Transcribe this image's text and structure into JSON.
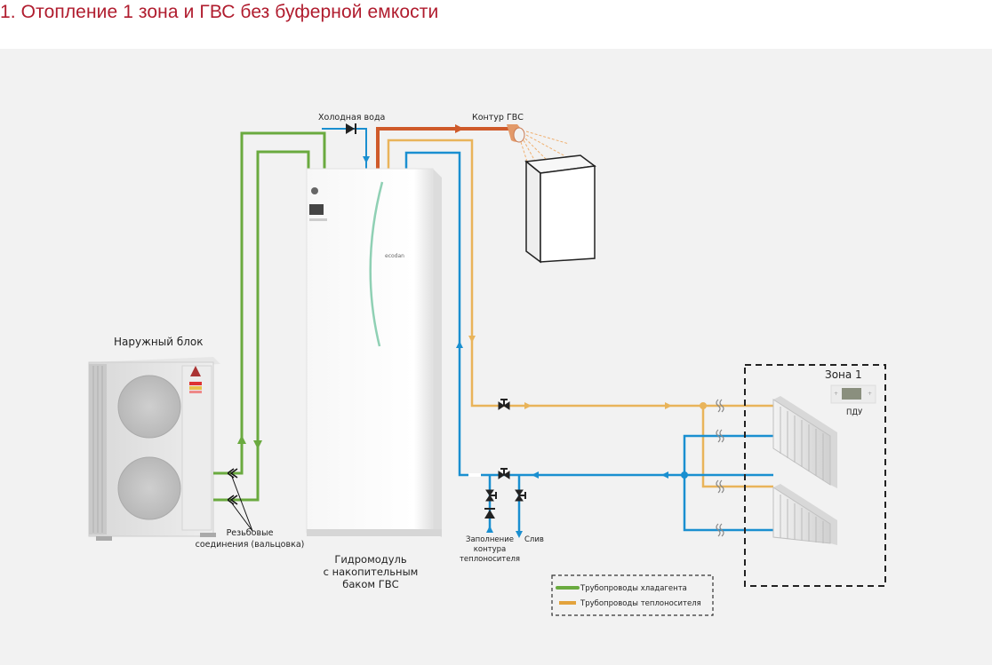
{
  "title": "1. Отопление 1 зона и ГВС без буферной емкости",
  "labels": {
    "cold_water": "Холодная вода",
    "dhw_circuit": "Контур ГВС",
    "outdoor_unit": "Наружный блок",
    "flare_line1": "Резьбовые",
    "flare_line2": "соединения (вальцовка)",
    "hydro_line1": "Гидромодуль",
    "hydro_line2": "с накопительным",
    "hydro_line3": "баком ГВС",
    "fill_line1": "Заполнение",
    "fill_line2": "контура",
    "fill_line3": "теплоносителя",
    "drain": "Слив",
    "zone": "Зона 1",
    "remote": "ПДУ",
    "brand": "ecodan"
  },
  "legend": {
    "items": [
      {
        "label": "Трубопроводы хладагента",
        "color": "#6aaa3f"
      },
      {
        "label": "Трубопроводы теплоносителя",
        "color": "#e3a33c"
      }
    ]
  },
  "colors": {
    "title": "#b01c2e",
    "refrigerant": "#6aaa3f",
    "heating_supply": "#e9b45a",
    "cold_return": "#1a8fd0",
    "hot_water": "#cf5a2a",
    "background": "#f2f2f2"
  }
}
